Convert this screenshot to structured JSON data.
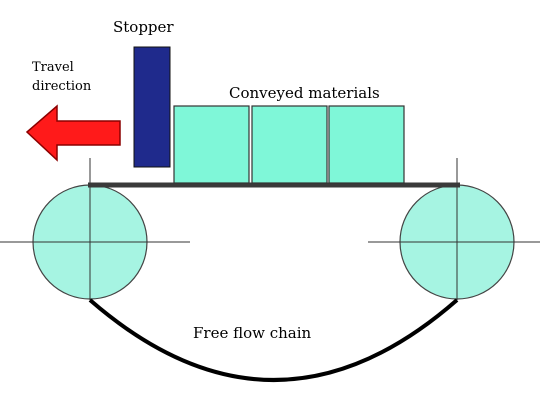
{
  "labels": {
    "stopper": "Stopper",
    "conveyed_materials": "Conveyed materials",
    "travel_direction_line1": "Travel",
    "travel_direction_line2": "direction",
    "free_flow_chain": "Free flow chain"
  },
  "colors": {
    "stopper_fill": "#1f2a8c",
    "material_fill": "#7ff7d8",
    "sprocket_fill": "#a6f4e2",
    "arrow_fill": "#ff1a1a",
    "chain_stroke": "#000000",
    "belt_stroke": "#3a3a3a"
  },
  "icons": {
    "arrow": "left-arrow"
  }
}
